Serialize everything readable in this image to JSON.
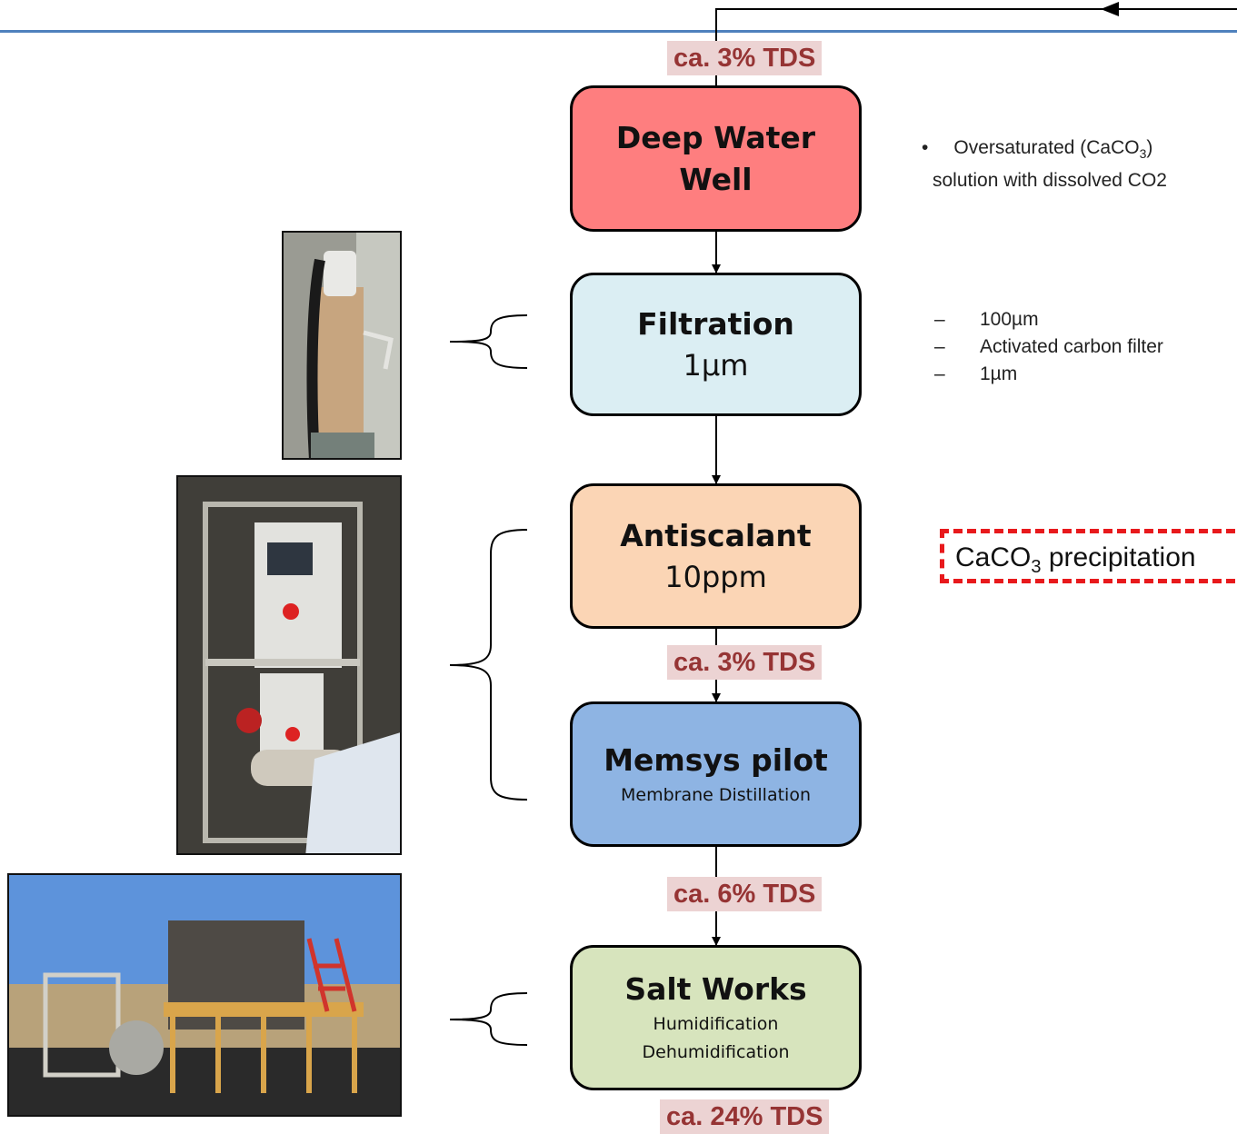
{
  "boxes": {
    "well": {
      "title_line1": "Deep Water",
      "title_line2": "Well",
      "color": "#fe7e7f"
    },
    "filtration": {
      "title": "Filtration",
      "subtitle": "1µm",
      "color": "#dbeef3"
    },
    "antiscalant": {
      "title": "Antiscalant",
      "subtitle": "10ppm",
      "color": "#fbd5b5"
    },
    "memsys": {
      "title": "Memsys pilot",
      "subtitle": "Membrane Distillation",
      "color": "#8eb4e3"
    },
    "saltworks": {
      "title": "Salt Works",
      "subtitle_line1": "Humidification",
      "subtitle_line2": "Dehumidification",
      "color": "#d7e4bd"
    }
  },
  "tds_labels": {
    "top": "ca. 3% TDS",
    "mid1": "ca. 3% TDS",
    "mid2": "ca. 6% TDS",
    "bottom": "ca. 24% TDS"
  },
  "notes": {
    "well": {
      "bullet": "•",
      "line1_prefix": "Oversaturated (CaCO",
      "line1_sub": "3",
      "line1_suffix": ")",
      "line2": "solution with dissolved CO2"
    },
    "filtration": {
      "dash": "–",
      "items": [
        "100µm",
        "Activated carbon filter",
        "1µm"
      ]
    }
  },
  "precipitation": {
    "prefix": "CaCO",
    "sub": "3",
    "suffix": " precipitation",
    "border_color": "#e8191c"
  },
  "colors": {
    "accent_line": "#4f81bd",
    "tds_text": "#963434",
    "tds_bg": "#ecd3d3"
  }
}
